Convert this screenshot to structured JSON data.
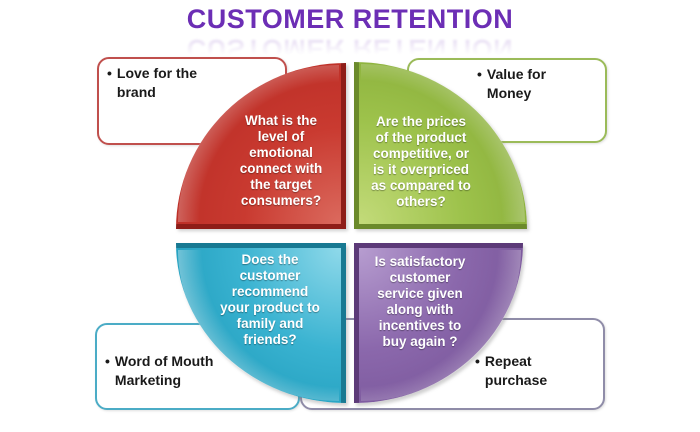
{
  "title": "CUSTOMER RETENTION",
  "title_color": "#6C2EB5",
  "bullet_char": "•",
  "quadrants": {
    "top_left": {
      "color": "#C93A30",
      "lines": [
        "What is the",
        "level of",
        "emotional",
        "connect with",
        "the target",
        "consumers?"
      ]
    },
    "top_right": {
      "color": "#9DC24B",
      "lines": [
        "Are the prices",
        "of the product",
        "competitive, or",
        "is it overpriced",
        "as compared to",
        "others?"
      ]
    },
    "bottom_left": {
      "color": "#3AB3D1",
      "lines": [
        "Does the",
        "customer",
        "recommend",
        "your product to",
        "family and",
        "friends?"
      ]
    },
    "bottom_right": {
      "color": "#8B68AC",
      "lines": [
        "Is satisfactory",
        "customer",
        "service given",
        "along with",
        "incentives to",
        "buy again  ?"
      ]
    }
  },
  "callouts": {
    "top_left": {
      "border_color": "#C0504D",
      "lines": [
        "Love for the",
        "brand"
      ]
    },
    "top_right": {
      "border_color": "#9BBB59",
      "lines": [
        "Value for",
        "Money"
      ]
    },
    "bottom_left": {
      "border_color": "#4BACC6",
      "lines": [
        "Word of Mouth",
        "Marketing"
      ]
    },
    "bottom_right": {
      "border_color": "#8F8CA8",
      "lines": [
        "Repeat",
        "purchase"
      ]
    }
  }
}
